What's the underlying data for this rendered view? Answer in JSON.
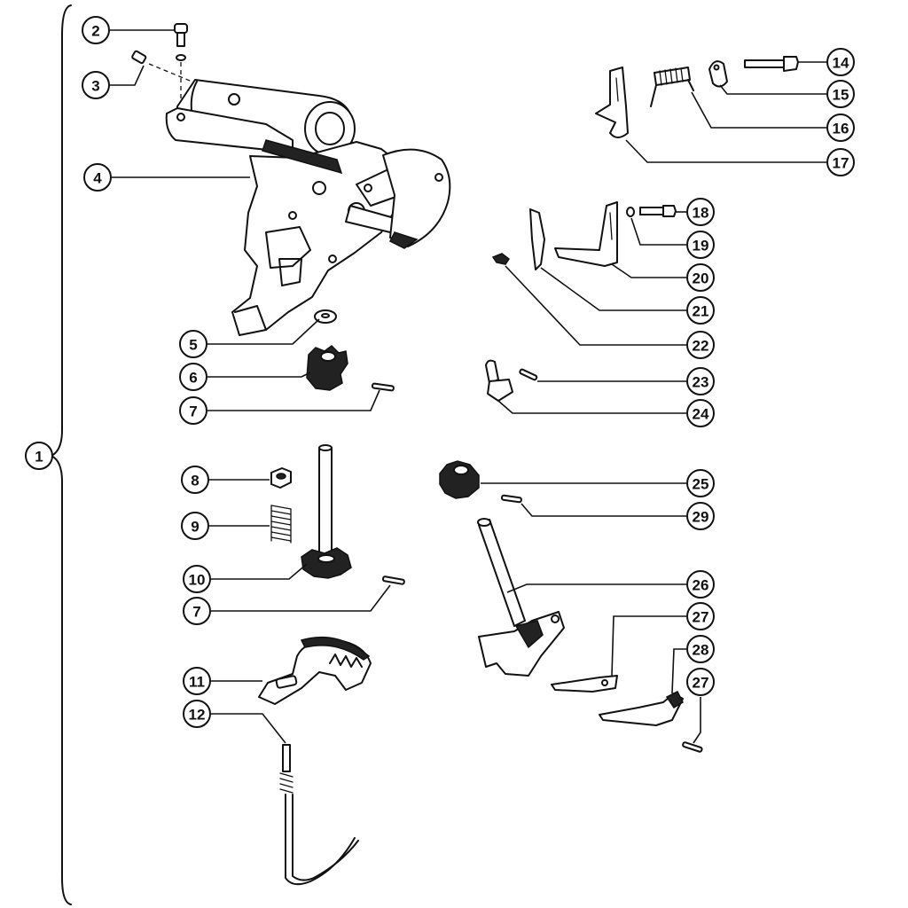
{
  "callouts": {
    "c1": "1",
    "c2": "2",
    "c3": "3",
    "c4": "4",
    "c5": "5",
    "c6": "6",
    "c7a": "7",
    "c7b": "7",
    "c8": "8",
    "c9": "9",
    "c10": "10",
    "c11": "11",
    "c12": "12",
    "c14": "14",
    "c15": "15",
    "c16": "16",
    "c17": "17",
    "c18": "18",
    "c19": "19",
    "c20": "20",
    "c21": "21",
    "c22": "22",
    "c23": "23",
    "c24": "24",
    "c25": "25",
    "c26": "26",
    "c27a": "27",
    "c27b": "27",
    "c28": "28",
    "c29": "29"
  },
  "colors": {
    "ink": "#111111",
    "background": "#ffffff"
  }
}
